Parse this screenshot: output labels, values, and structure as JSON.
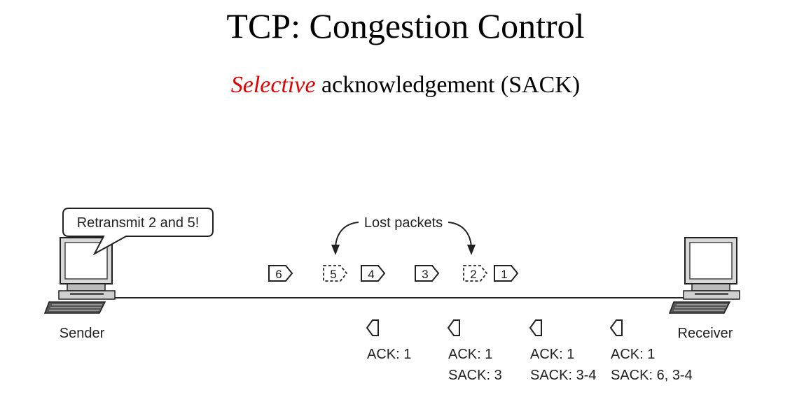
{
  "title": "TCP: Congestion Control",
  "subtitle": {
    "emphasis": "Selective",
    "rest": "acknowledgement (SACK)",
    "emphasis_color": "#e00000"
  },
  "diagram": {
    "sender_label": "Sender",
    "receiver_label": "Receiver",
    "speech_bubble": "Retransmit 2 and 5!",
    "lost_label": "Lost packets",
    "packets": [
      {
        "number": "6",
        "lost": false
      },
      {
        "number": "5",
        "lost": true
      },
      {
        "number": "4",
        "lost": false
      },
      {
        "number": "3",
        "lost": false
      },
      {
        "number": "2",
        "lost": true
      },
      {
        "number": "1",
        "lost": false
      }
    ],
    "acks": [
      {
        "ack": "ACK: 1",
        "sack": ""
      },
      {
        "ack": "ACK: 1",
        "sack": "SACK: 3"
      },
      {
        "ack": "ACK: 1",
        "sack": "SACK: 3-4"
      },
      {
        "ack": "ACK: 1",
        "sack": "SACK: 6, 3-4"
      }
    ]
  }
}
